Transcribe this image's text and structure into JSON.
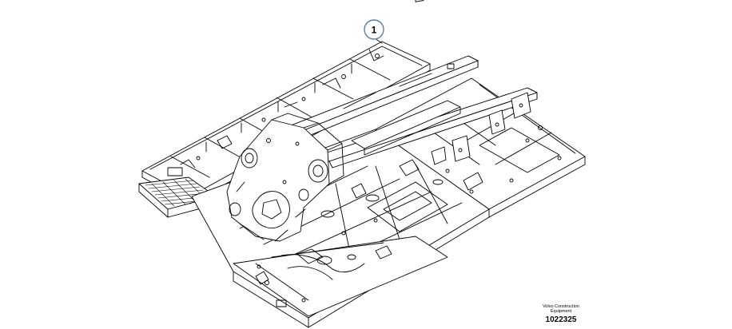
{
  "callout": {
    "number": "1",
    "stroke_color": "#5b7fa6"
  },
  "credit": {
    "line1": "Volvo Construction",
    "line2": "Equipment",
    "number": "1022325"
  },
  "drawing": {
    "line_color": "#000000",
    "parts": [
      "upper-frame-body",
      "left-side-deck",
      "left-step",
      "right-side-deck",
      "boom-foot-bracket",
      "frame-rails",
      "rear-counterweight-deck"
    ]
  }
}
